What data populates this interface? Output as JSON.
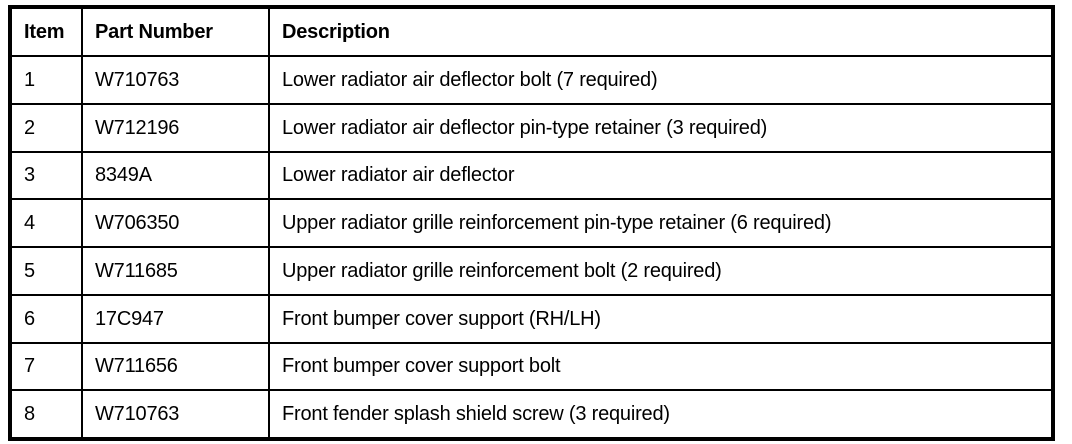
{
  "table": {
    "columns": [
      {
        "key": "item",
        "label": "Item"
      },
      {
        "key": "partnumber",
        "label": "Part Number"
      },
      {
        "key": "description",
        "label": "Description"
      }
    ],
    "rows": [
      {
        "item": "1",
        "partnumber": "W710763",
        "description": "Lower radiator air deflector bolt (7 required)"
      },
      {
        "item": "2",
        "partnumber": "W712196",
        "description": "Lower radiator air deflector pin-type retainer (3 required)"
      },
      {
        "item": "3",
        "partnumber": "8349A",
        "description": "Lower radiator air deflector"
      },
      {
        "item": "4",
        "partnumber": "W706350",
        "description": "Upper radiator grille reinforcement pin-type retainer (6 required)"
      },
      {
        "item": "5",
        "partnumber": "W711685",
        "description": "Upper radiator grille reinforcement bolt (2 required)"
      },
      {
        "item": "6",
        "partnumber": "17C947",
        "description": "Front bumper cover support (RH/LH)"
      },
      {
        "item": "7",
        "partnumber": "W711656",
        "description": "Front bumper cover support bolt"
      },
      {
        "item": "8",
        "partnumber": "W710763",
        "description": "Front fender splash shield screw (3 required)"
      }
    ]
  },
  "colors": {
    "border": "#000000",
    "text": "#000000",
    "background": "#ffffff"
  }
}
